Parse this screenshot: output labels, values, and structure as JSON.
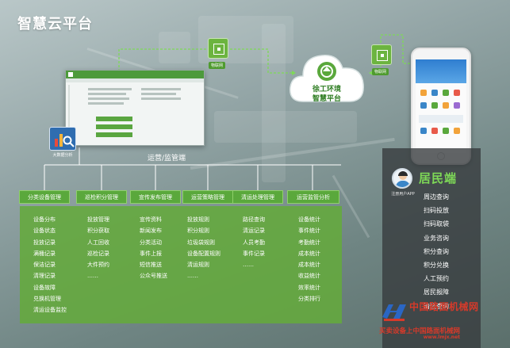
{
  "title": "智慧云平台",
  "colors": {
    "green": "#5aa83c",
    "dark_green": "#2e7d22",
    "resident_accent": "#7ed957",
    "watermark": "#d63a2a"
  },
  "mgmt_window": {
    "icon": "web-admin-window"
  },
  "bigdata": {
    "label": "大数据分析",
    "icon": "bar-chart-magnifier-icon"
  },
  "iot": {
    "label": "物联网",
    "icon": "iot-chip-icon"
  },
  "cloud": {
    "line1": "徐工环境",
    "line2": "智慧平台",
    "icon": "cloud-icon"
  },
  "phone": {
    "icon": "smartphone"
  },
  "ops_label": "运营/监管端",
  "categories": [
    {
      "label": "分类设备管理",
      "items": [
        "设备分布",
        "设备状态",
        "投放记录",
        "满桶记录",
        "保洁记录",
        "清理记录",
        "设备故障",
        "兑换机管理",
        "清运设备监控"
      ]
    },
    {
      "label": "巡检积分管理",
      "items": [
        "投放管理",
        "积分获取",
        "人工回收",
        "巡检记录",
        "大件预约",
        "……"
      ]
    },
    {
      "label": "宣传发布管理",
      "items": [
        "宣传资料",
        "新闻发布",
        "分类活动",
        "事件上报",
        "短信推送",
        "公众号推送"
      ]
    },
    {
      "label": "运营策略管理",
      "items": [
        "投放规则",
        "积分规则",
        "垃圾袋规则",
        "设备配置规则",
        "清运规则",
        "……"
      ]
    },
    {
      "label": "清运处理管理",
      "items": [
        "路径查询",
        "清运记录",
        "人员考勤",
        "事件记录",
        "……"
      ]
    },
    {
      "label": "运营监管分析",
      "items": [
        "设备统计",
        "事件统计",
        "考勤统计",
        "成本统计",
        "成本统计",
        "收益统计",
        "效率统计",
        "分类排行"
      ]
    }
  ],
  "resident": {
    "title": "居民端",
    "user_label": "注册用户APP",
    "items": [
      "周边查询",
      "扫码投放",
      "扫码取袋",
      "业务咨询",
      "积分查询",
      "积分兑换",
      "人工预约",
      "居民报障",
      "清运查询"
    ]
  },
  "watermark": {
    "line1": "中国路面机械网",
    "line2": "买卖设备上中国路面机械网",
    "url": "www.lmjx.net"
  }
}
